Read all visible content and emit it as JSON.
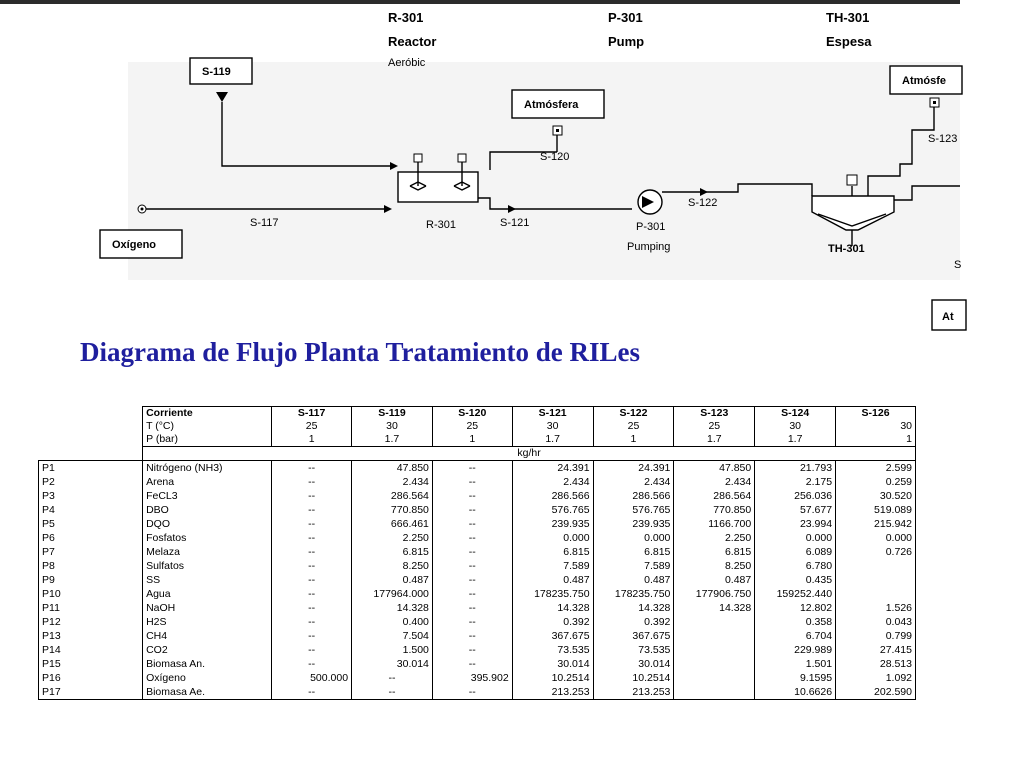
{
  "diagram": {
    "headers": {
      "r301_code": "R-301",
      "r301_name": "Reactor",
      "r301_sub": "Aeróbic",
      "p301_code": "P-301",
      "p301_name": "Pump",
      "th301_code": "TH-301",
      "th301_name": "Espesa"
    },
    "boxes": {
      "s119": "S-119",
      "atmosfera_1": "Atmósfera",
      "atmosfera_2": "Atmósfe",
      "oxigeno": "Oxígeno",
      "right_bottom": "At"
    },
    "stream_labels": {
      "s117": "S-117",
      "s120": "S-120",
      "s121": "S-121",
      "s122": "S-122",
      "s123": "S-123",
      "s_edge": "S"
    },
    "equipment_labels": {
      "r301": "R-301",
      "p301": "P-301",
      "pumping": "Pumping",
      "th301": "TH-301"
    }
  },
  "title": "Diagrama de Flujo Planta Tratamiento de RILes",
  "table": {
    "header": {
      "corriente": "Corriente",
      "temp": "T (°C)",
      "pres": "P (bar)",
      "unit": "kg/hr"
    },
    "streams": [
      "S-117",
      "S-119",
      "S-120",
      "S-121",
      "S-122",
      "S-123",
      "S-124",
      "S-126"
    ],
    "temps": [
      "25",
      "30",
      "25",
      "30",
      "25",
      "25",
      "30",
      "30"
    ],
    "pressures": [
      "1",
      "1.7",
      "1",
      "1.7",
      "1",
      "1.7",
      "1.7",
      "1"
    ],
    "rows": [
      {
        "id": "P1",
        "name": "Nitrógeno (NH3)",
        "values": [
          "--",
          "47.850",
          "--",
          "24.391",
          "24.391",
          "47.850",
          "21.793",
          "2.599"
        ]
      },
      {
        "id": "P2",
        "name": "Arena",
        "values": [
          "--",
          "2.434",
          "--",
          "2.434",
          "2.434",
          "2.434",
          "2.175",
          "0.259"
        ]
      },
      {
        "id": "P3",
        "name": "FeCL3",
        "values": [
          "--",
          "286.564",
          "--",
          "286.566",
          "286.566",
          "286.564",
          "256.036",
          "30.520"
        ]
      },
      {
        "id": "P4",
        "name": "DBO",
        "values": [
          "--",
          "770.850",
          "--",
          "576.765",
          "576.765",
          "770.850",
          "57.677",
          "519.089"
        ]
      },
      {
        "id": "P5",
        "name": "DQO",
        "values": [
          "--",
          "666.461",
          "--",
          "239.935",
          "239.935",
          "1166.700",
          "23.994",
          "215.942"
        ]
      },
      {
        "id": "P6",
        "name": "Fosfatos",
        "values": [
          "--",
          "2.250",
          "--",
          "0.000",
          "0.000",
          "2.250",
          "0.000",
          "0.000"
        ]
      },
      {
        "id": "P7",
        "name": "Melaza",
        "values": [
          "--",
          "6.815",
          "--",
          "6.815",
          "6.815",
          "6.815",
          "6.089",
          "0.726"
        ]
      },
      {
        "id": "P8",
        "name": "Sulfatos",
        "values": [
          "--",
          "8.250",
          "--",
          "7.589",
          "7.589",
          "8.250",
          "6.780",
          ""
        ]
      },
      {
        "id": "P9",
        "name": "SS",
        "values": [
          "--",
          "0.487",
          "--",
          "0.487",
          "0.487",
          "0.487",
          "0.435",
          ""
        ]
      },
      {
        "id": "P10",
        "name": "Agua",
        "values": [
          "--",
          "177964.000",
          "--",
          "178235.750",
          "178235.750",
          "177906.750",
          "159252.440",
          ""
        ]
      },
      {
        "id": "P11",
        "name": "NaOH",
        "values": [
          "--",
          "14.328",
          "--",
          "14.328",
          "14.328",
          "14.328",
          "12.802",
          "1.526"
        ]
      },
      {
        "id": "P12",
        "name": "H2S",
        "values": [
          "--",
          "0.400",
          "--",
          "0.392",
          "0.392",
          "",
          "0.358",
          "0.043"
        ]
      },
      {
        "id": "P13",
        "name": "CH4",
        "values": [
          "--",
          "7.504",
          "--",
          "367.675",
          "367.675",
          "",
          "6.704",
          "0.799"
        ]
      },
      {
        "id": "P14",
        "name": "CO2",
        "values": [
          "--",
          "1.500",
          "--",
          "73.535",
          "73.535",
          "",
          "229.989",
          "27.415"
        ]
      },
      {
        "id": "P15",
        "name": "Biomasa An.",
        "values": [
          "--",
          "30.014",
          "--",
          "30.014",
          "30.014",
          "",
          "1.501",
          "28.513"
        ]
      },
      {
        "id": "P16",
        "name": "Oxígeno",
        "values": [
          "500.000",
          "--",
          "395.902",
          "10.2514",
          "10.2514",
          "",
          "9.1595",
          "1.092"
        ]
      },
      {
        "id": "P17",
        "name": "Biomasa Ae.",
        "values": [
          "--",
          "--",
          "--",
          "213.253",
          "213.253",
          "",
          "10.6626",
          "202.590"
        ]
      }
    ]
  }
}
